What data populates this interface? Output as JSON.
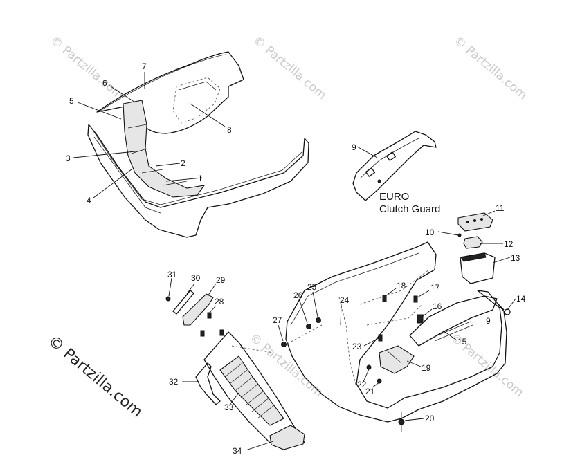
{
  "watermark": {
    "text": "© Partzilla.com",
    "large_text": "© Partzilla.com"
  },
  "caption": {
    "line1": "EURO",
    "line2": "Clutch Guard"
  },
  "callouts": {
    "c1": "1",
    "c2": "2",
    "c3": "3",
    "c4": "4",
    "c5": "5",
    "c6": "6",
    "c7": "7",
    "c8": "8",
    "c9a": "9",
    "c9b": "9",
    "c10": "10",
    "c11": "11",
    "c12": "12",
    "c13": "13",
    "c14": "14",
    "c15": "15",
    "c16": "16",
    "c17": "17",
    "c18": "18",
    "c19": "19",
    "c20": "20",
    "c21": "21",
    "c22": "22",
    "c23": "23",
    "c24": "24",
    "c25": "25",
    "c26": "26",
    "c27": "27",
    "c28": "28",
    "c29": "29",
    "c30": "30",
    "c31": "31",
    "c32": "32",
    "c33": "33",
    "c34": "34"
  }
}
